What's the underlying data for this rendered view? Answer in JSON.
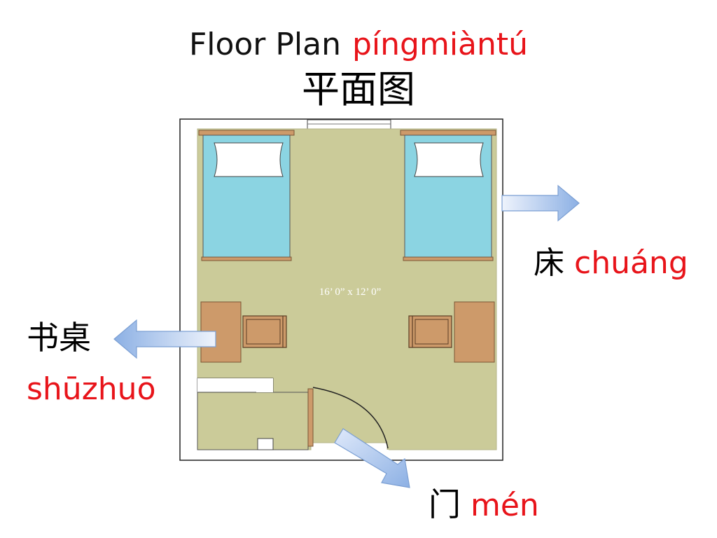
{
  "title": {
    "english": "Floor Plan",
    "pinyin": "píngmiàntú",
    "hanzi": "平面图"
  },
  "room": {
    "dimensions": "16’ 0” x 12’ 0”"
  },
  "labels": {
    "bed": {
      "hanzi": "床",
      "pinyin": "chuáng"
    },
    "desk": {
      "hanzi": "书桌",
      "pinyin": "shūzhuō"
    },
    "door": {
      "hanzi": "门",
      "pinyin": "mén"
    }
  },
  "colors": {
    "floor": "#cbcb99",
    "bed": "#8bd4e2",
    "wood": "#cd9a6a",
    "arrow_light": "#dfe9fa",
    "arrow_dark": "#8cb0e4",
    "pinyin": "#e8141a"
  }
}
